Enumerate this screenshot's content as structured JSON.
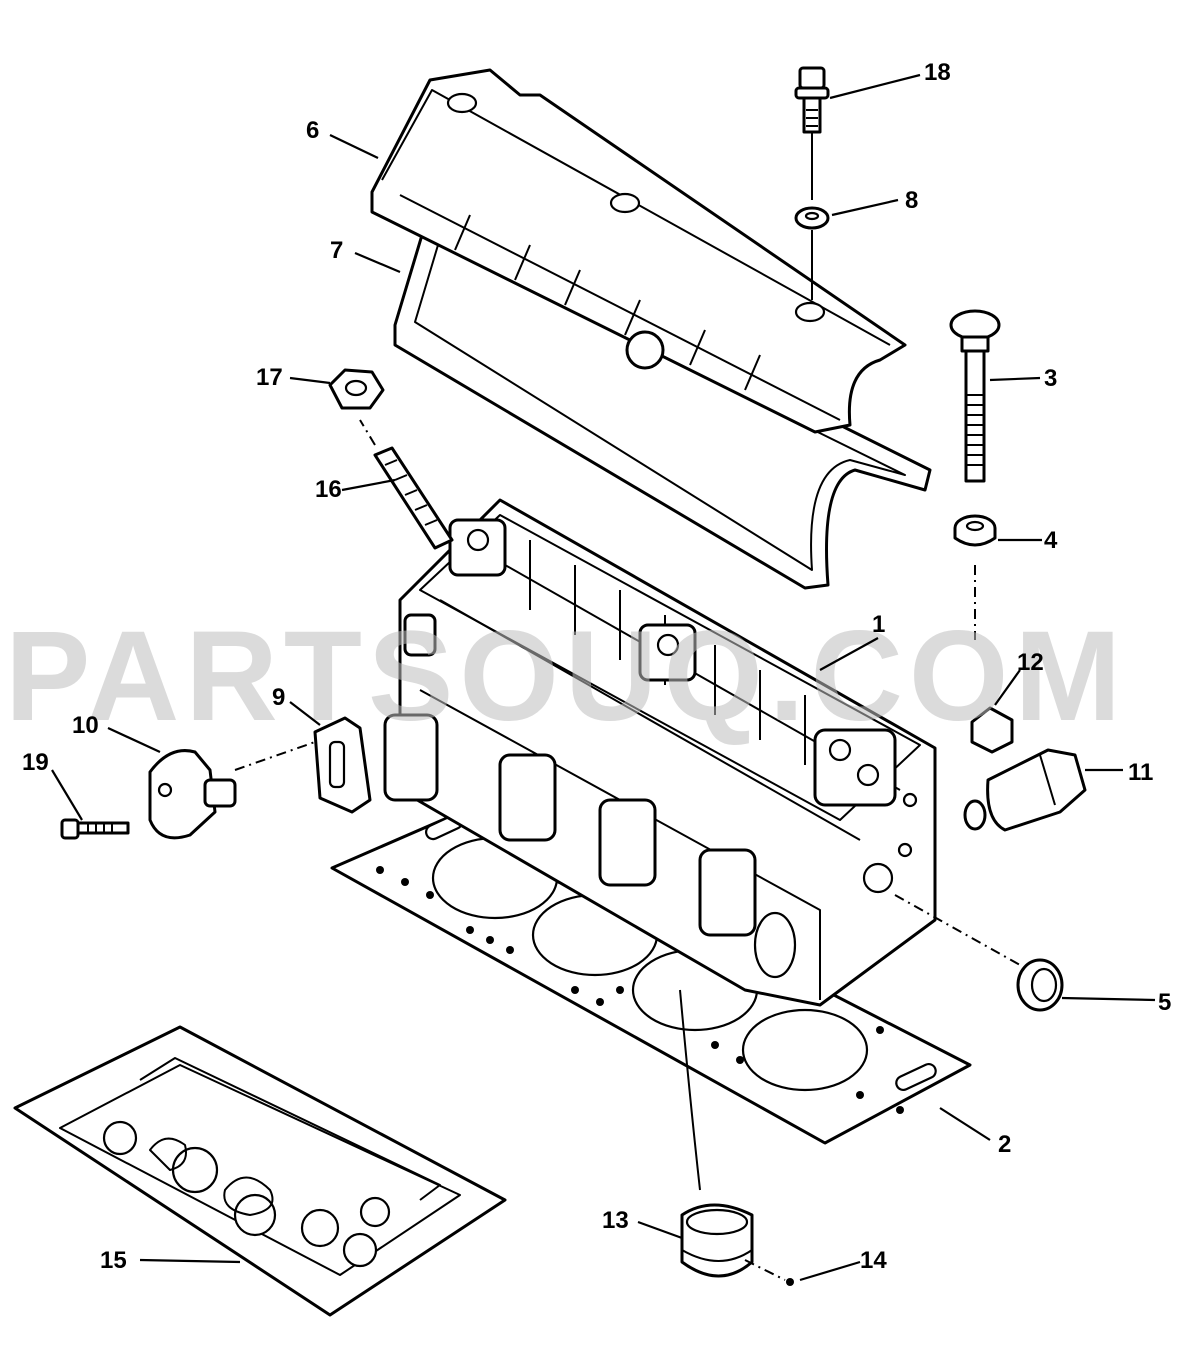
{
  "watermark": "PARTSOUQ.COM",
  "callouts": [
    {
      "id": "c1",
      "label": "1"
    },
    {
      "id": "c2",
      "label": "2"
    },
    {
      "id": "c3",
      "label": "3"
    },
    {
      "id": "c4",
      "label": "4"
    },
    {
      "id": "c5",
      "label": "5"
    },
    {
      "id": "c6",
      "label": "6"
    },
    {
      "id": "c7",
      "label": "7"
    },
    {
      "id": "c8",
      "label": "8"
    },
    {
      "id": "c9",
      "label": "9"
    },
    {
      "id": "c10",
      "label": "10"
    },
    {
      "id": "c11",
      "label": "11"
    },
    {
      "id": "c12",
      "label": "12"
    },
    {
      "id": "c13",
      "label": "13"
    },
    {
      "id": "c14",
      "label": "14"
    },
    {
      "id": "c15",
      "label": "15"
    },
    {
      "id": "c16",
      "label": "16"
    },
    {
      "id": "c17",
      "label": "17"
    },
    {
      "id": "c18",
      "label": "18"
    },
    {
      "id": "c19",
      "label": "19"
    }
  ]
}
